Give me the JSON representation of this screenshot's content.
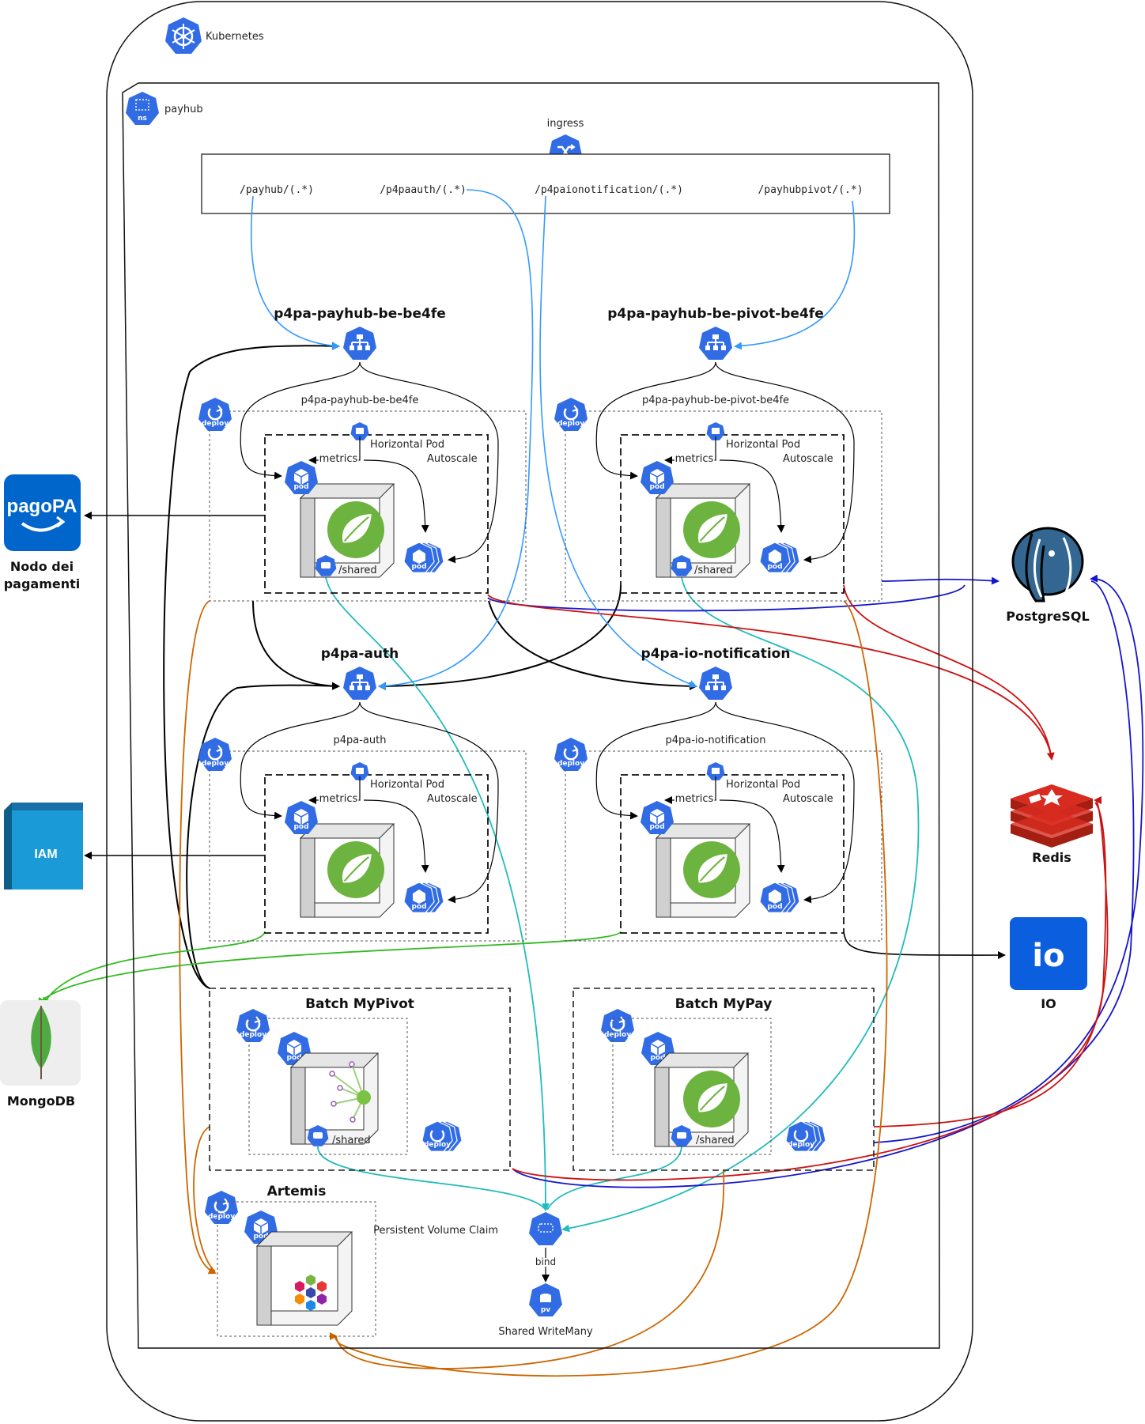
{
  "cluster": {
    "label": "Kubernetes"
  },
  "namespace": {
    "label": "payhub",
    "badge": "ns"
  },
  "ingress": {
    "label": "ingress",
    "routes": [
      "/payhub/(.*)",
      "/p4paauth/(.*)",
      "/p4paionotification/(.*)",
      "/payhubpivot/(.*)"
    ]
  },
  "services": {
    "be": {
      "title": "p4pa-payhub-be-be4fe",
      "deploy_label": "p4pa-payhub-be-be4fe"
    },
    "pivot": {
      "title": "p4pa-payhub-be-pivot-be4fe",
      "deploy_label": "p4pa-payhub-be-pivot-be4fe"
    },
    "auth": {
      "title": "p4pa-auth",
      "deploy_label": "p4pa-auth"
    },
    "ionotif": {
      "title": "p4pa-io-notification",
      "deploy_label": "p4pa-io-notification"
    }
  },
  "common": {
    "hpa": "Horizontal Pod",
    "hpa2": "Autoscale",
    "metrics": "metrics",
    "shared": "/shared",
    "pod": "pod",
    "deploy": "deploy",
    "pv": "pv"
  },
  "batches": {
    "mypivot": {
      "title": "Batch MyPivot"
    },
    "mypay": {
      "title": "Batch MyPay"
    }
  },
  "artemis": {
    "title": "Artemis"
  },
  "storage": {
    "pvc": "Persistent Volume Claim",
    "bind": "bind",
    "pv_label": "Shared WriteMany"
  },
  "external": {
    "pagopa": {
      "logo": "pagoPA",
      "label1": "Nodo dei",
      "label2": "pagamenti"
    },
    "iam": {
      "label": "IAM"
    },
    "mongodb": {
      "label": "MongoDB"
    },
    "postgres": {
      "label": "PostgreSQL"
    },
    "redis": {
      "label": "Redis"
    },
    "io": {
      "logo": "io",
      "label": "IO"
    }
  },
  "colors": {
    "k8s_blue": "#326CE5",
    "ingress_line": "#3399FF",
    "shared_line": "#22BBBB",
    "postgres_line": "#1515CC",
    "redis_line": "#CC1111",
    "artemis_line": "#CC6600",
    "mongo_line": "#33BB22",
    "spring_green": "#6DB33F",
    "pagopa_blue": "#0066CC",
    "iam_blue": "#1A9BD7",
    "io_blue": "#0B5FDE",
    "redis_red": "#D82C20",
    "postgres_blue": "#336791"
  }
}
